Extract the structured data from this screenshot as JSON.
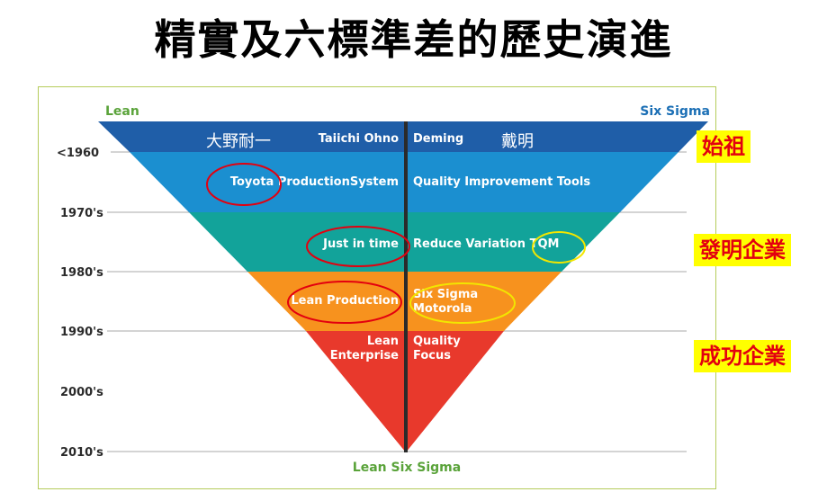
{
  "title": "精實及六標準差的歷史演進",
  "headers": {
    "left": "Lean",
    "right": "Six Sigma",
    "bottom": "Lean Six Sigma"
  },
  "eras": [
    "<1960",
    "1970's",
    "1980's",
    "1990's",
    "2000's",
    "2010's"
  ],
  "bands": [
    {
      "left": [
        "Taiichi Ohno"
      ],
      "right": [
        "Deming"
      ],
      "left_note": "大野耐一",
      "right_note": "戴明",
      "color": "#1f5ea8"
    },
    {
      "left": [
        "Toyota ProductionSystem"
      ],
      "right": [
        "Quality Improvement Tools"
      ],
      "color": "#1b8fd0"
    },
    {
      "left": [
        "Just in time"
      ],
      "right": [
        "Reduce Variation TQM"
      ],
      "color": "#12a39a"
    },
    {
      "left": [
        "Lean Production"
      ],
      "right": [
        "Six Sigma",
        "Motorola"
      ],
      "color": "#f7921e"
    },
    {
      "left": [
        "Lean",
        "Enterprise"
      ],
      "right": [
        "Quality",
        "Focus"
      ],
      "color": "#e8392c"
    }
  ],
  "tags": [
    {
      "text": "始祖"
    },
    {
      "text": "發明企業"
    },
    {
      "text": "成功企業"
    }
  ],
  "colors": {
    "lean_header": "#5aa33a",
    "sigma_header": "#1b6fb5",
    "highlight_red": "#e3000f",
    "highlight_yellow": "#f2e600",
    "tag_bg": "#ffff00"
  }
}
